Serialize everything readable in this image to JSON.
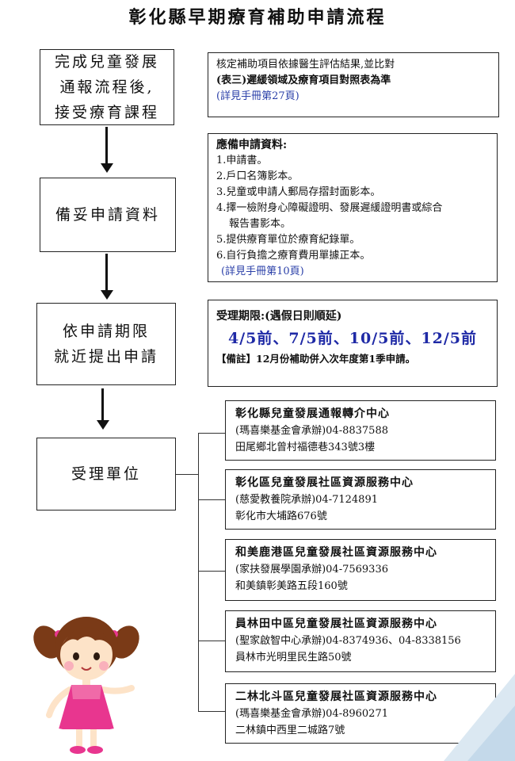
{
  "title": "彰化縣早期療育補助申請流程",
  "steps": [
    {
      "lines": [
        "完成兒童發展",
        "通報流程後,",
        "接受療育課程"
      ]
    },
    {
      "lines": [
        "備妥申請資料"
      ]
    },
    {
      "lines": [
        "依申請期限",
        "就近提出申請"
      ]
    },
    {
      "lines": [
        "受理單位"
      ]
    }
  ],
  "info1": {
    "line1": "核定補助項目依據醫生評估結果,並比對",
    "line2": "(表三)遲緩領域及療育項目對照表為準",
    "note": "(詳見手冊第27頁)"
  },
  "info2": {
    "heading": "應備申請資料:",
    "items": [
      "1.申請書。",
      "2.戶口名簿影本。",
      "3.兒童或申請人郵局存摺封面影本。",
      "4.擇一檢附身心障礙證明、發展遲緩證明書或綜合",
      "報告書影本。",
      "5.提供療育單位於療育紀錄單。",
      "6.自行負擔之療育費用單據正本。"
    ],
    "note": "(詳見手冊第10頁)"
  },
  "info3": {
    "heading": "受理期限:(遇假日則順延)",
    "deadlines": "4/5前、7/5前、10/5前、12/5前",
    "remark_label": "【備註】",
    "remark": "12月份補助併入次年度第1季申請。"
  },
  "units": [
    {
      "name": "彰化縣兒童發展通報轉介中心",
      "org": "(瑪喜樂基金會承辦)",
      "phone": "04-8837588",
      "address": "田尾鄉北曾村福德巷343號3樓"
    },
    {
      "name": "彰化區兒童發展社區資源服務中心",
      "org": "(慈愛教養院承辦)",
      "phone": "04-7124891",
      "address": "彰化市大埔路676號"
    },
    {
      "name": "和美鹿港區兒童發展社區資源服務中心",
      "org": "(家扶發展學園承辦)",
      "phone": "04-7569336",
      "address": "和美鎮彰美路五段160號"
    },
    {
      "name": "員林田中區兒童發展社區資源服務中心",
      "org": "(聖家啟智中心承辦)",
      "phone": "04-8374936、04-8338156",
      "address": "員林市光明里民生路50號"
    },
    {
      "name": "二林北斗區兒童發展社區資源服務中心",
      "org": "(瑪喜樂基金會承辦)",
      "phone": "04-8960271",
      "address": "二林鎮中西里二城路7號"
    }
  ],
  "colors": {
    "accent_blue": "#2a3fa8",
    "deadline_blue": "#1f2aa6",
    "dress_pink": "#e8368f"
  }
}
